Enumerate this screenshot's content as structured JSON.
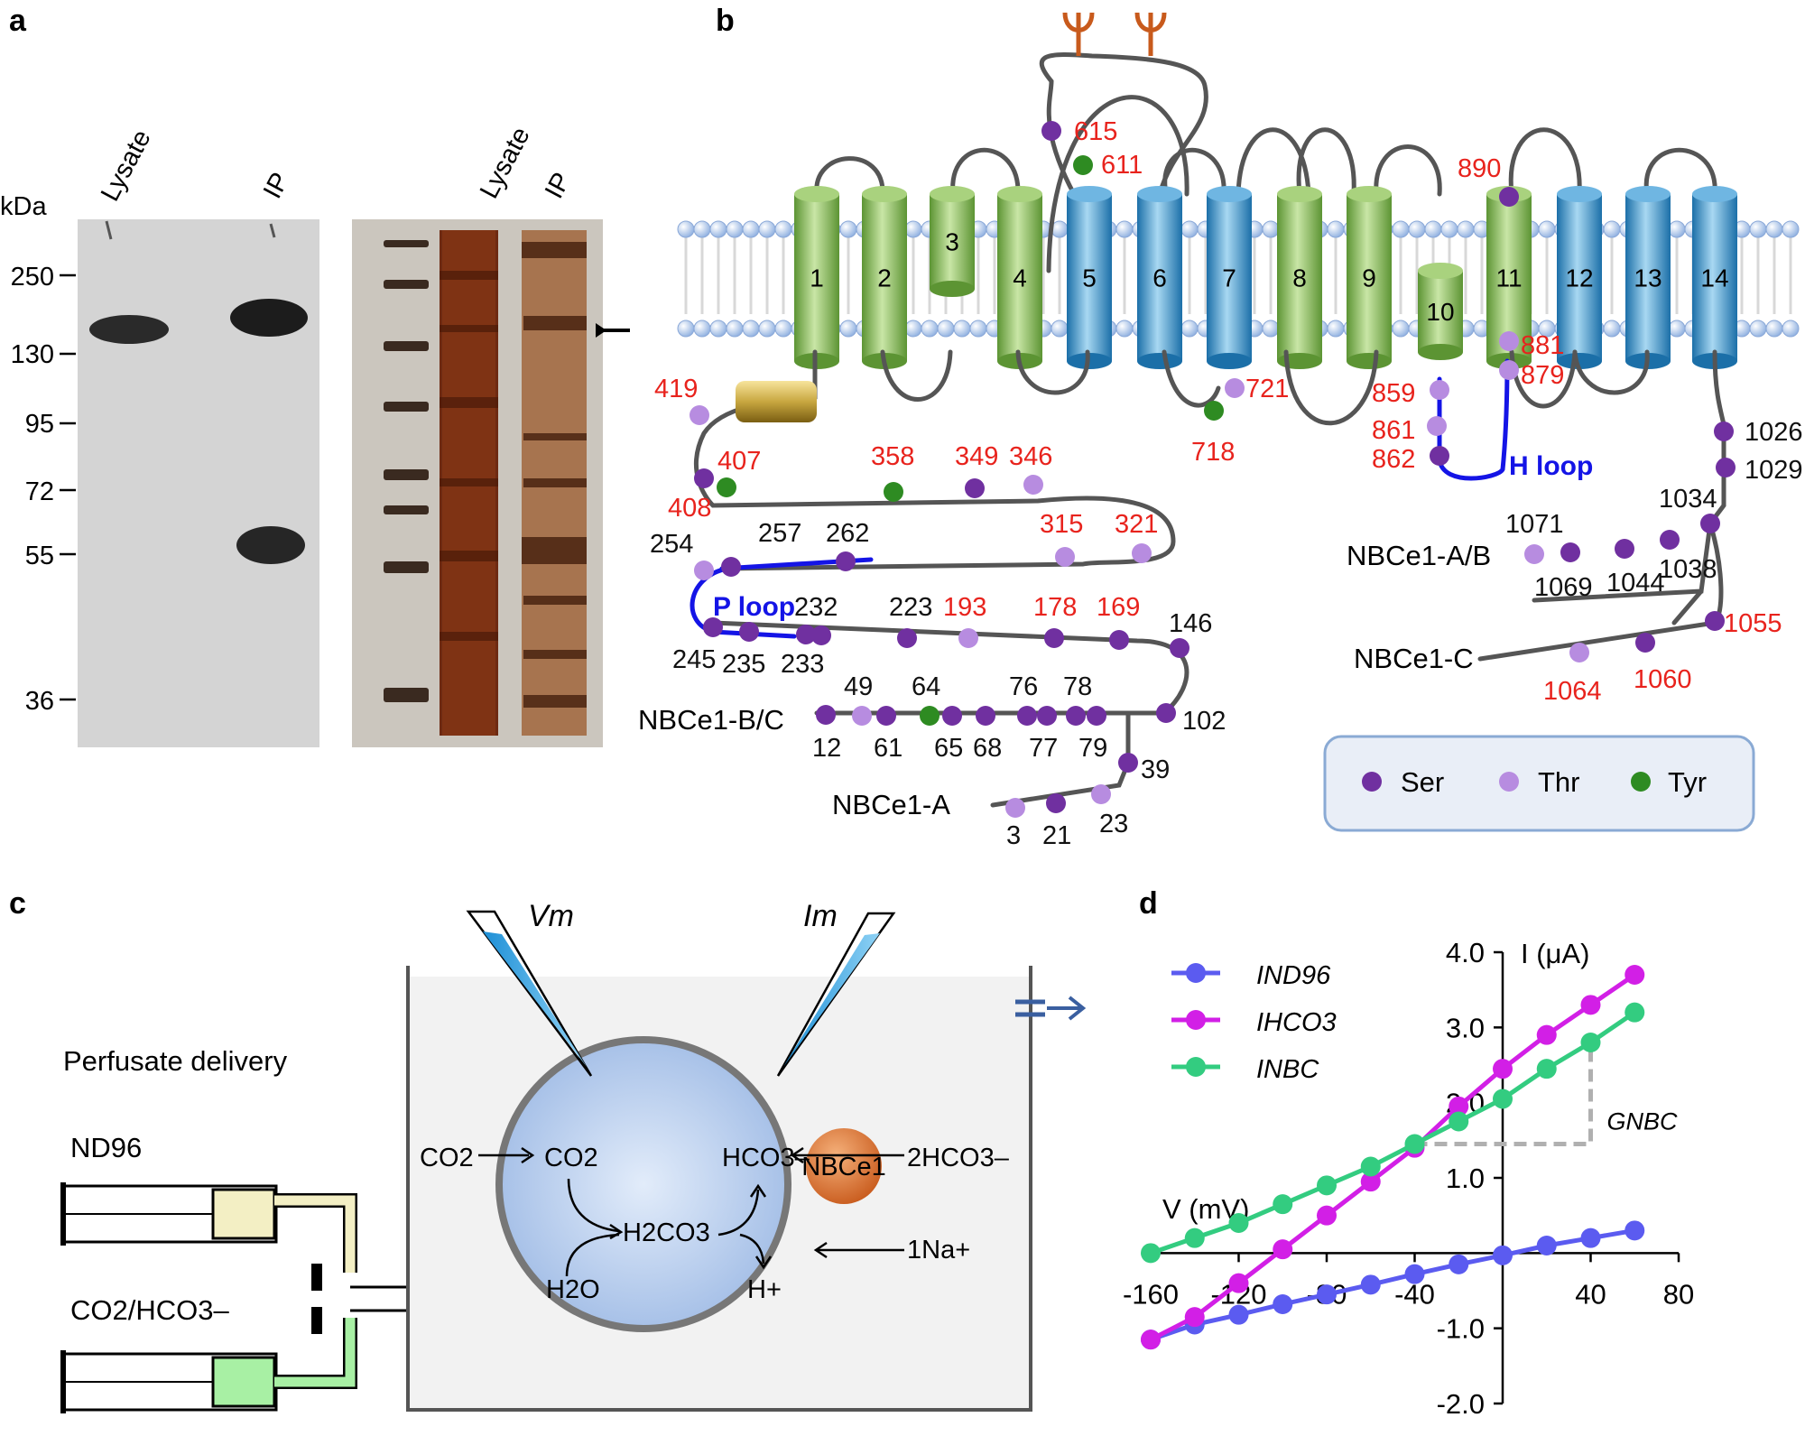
{
  "panels": {
    "a": "a",
    "b": "b",
    "c": "c",
    "d": "d"
  },
  "panel_a": {
    "kda_label": "kDa",
    "ticks": [
      "250",
      "130",
      "95",
      "72",
      "55",
      "36"
    ],
    "blot_lanes": [
      "Lysate",
      "IP"
    ],
    "gel_lanes": [
      "Lysate",
      "IP"
    ]
  },
  "panel_b": {
    "helices": [
      "1",
      "2",
      "3",
      "4",
      "5",
      "6",
      "7",
      "8",
      "9",
      "10",
      "11",
      "12",
      "13",
      "14"
    ],
    "p_loop": "P loop",
    "h_loop": "H loop",
    "isoforms": {
      "nbce1_bc": "NBCe1-B/C",
      "nbce1_a": "NBCe1-A",
      "nbce1_ab": "NBCe1-A/B",
      "nbce1_c": "NBCe1-C"
    },
    "legend": {
      "ser": "Ser",
      "thr": "Thr",
      "tyr": "Tyr"
    },
    "red_sites": [
      "615",
      "611",
      "890",
      "419",
      "407",
      "408",
      "358",
      "349",
      "346",
      "315",
      "321",
      "193",
      "178",
      "169",
      "721",
      "718",
      "859",
      "861",
      "862",
      "881",
      "879",
      "1055",
      "1064",
      "1060"
    ],
    "black_sites": [
      "254",
      "257",
      "262",
      "245",
      "235",
      "232",
      "233",
      "223",
      "146",
      "102",
      "49",
      "64",
      "76",
      "78",
      "12",
      "61",
      "65",
      "68",
      "77",
      "79",
      "39",
      "3",
      "21",
      "23",
      "1026",
      "1029",
      "1034",
      "1071",
      "1069",
      "1044",
      "1038"
    ],
    "colors": {
      "ser": "#7030a0",
      "thr": "#b78ce0",
      "tyr": "#2e8b22",
      "green_helix": "#8fbf5a",
      "blue_helix": "#3a93c8",
      "loop_blue": "#1414e6",
      "site_red": "#e8231d"
    }
  },
  "panel_c": {
    "perfusate": "Perfusate delivery",
    "nd96": "ND96",
    "co2hco3": "CO2/HCO3–",
    "vm": "Vm",
    "im": "Im",
    "species": {
      "co2_out": "CO2",
      "co2_in": "CO2",
      "h2co3": "H2CO3",
      "h2o": "H2O",
      "hco3": "HCO3–",
      "h": "H+",
      "twohco3": "2HCO3–",
      "na": "1Na+",
      "nbce1": "NBCe1"
    }
  },
  "chart_data": {
    "type": "line",
    "xlabel": "V (mV)",
    "ylabel": "I (μA)",
    "xlim": [
      -160,
      80
    ],
    "ylim": [
      -2.0,
      4.0
    ],
    "x_ticks": [
      "-160",
      "-120",
      "-80",
      "-40",
      "40",
      "80"
    ],
    "y_ticks": [
      "4.0",
      "3.0",
      "2.0",
      "1.0",
      "-1.0",
      "-2.0"
    ],
    "annotation": "GNBC",
    "series": [
      {
        "name": "IND96",
        "color": "#5b5bf0",
        "x": [
          -160,
          -140,
          -120,
          -100,
          -80,
          -60,
          -40,
          -20,
          0,
          20,
          40,
          60
        ],
        "y": [
          -1.15,
          -0.95,
          -0.82,
          -0.68,
          -0.55,
          -0.42,
          -0.28,
          -0.15,
          -0.03,
          0.1,
          0.2,
          0.3
        ]
      },
      {
        "name": "IHCO3",
        "color": "#d21fe6",
        "x": [
          -160,
          -140,
          -120,
          -100,
          -80,
          -60,
          -40,
          -20,
          0,
          20,
          40,
          60
        ],
        "y": [
          -1.15,
          -0.85,
          -0.4,
          0.05,
          0.5,
          0.95,
          1.4,
          1.95,
          2.45,
          2.9,
          3.3,
          3.7
        ]
      },
      {
        "name": "INBC",
        "color": "#33cc80",
        "x": [
          -160,
          -140,
          -120,
          -100,
          -80,
          -60,
          -40,
          -20,
          0,
          20,
          40,
          60
        ],
        "y": [
          0.0,
          0.2,
          0.4,
          0.65,
          0.9,
          1.15,
          1.45,
          1.75,
          2.05,
          2.45,
          2.8,
          3.2
        ]
      }
    ]
  }
}
